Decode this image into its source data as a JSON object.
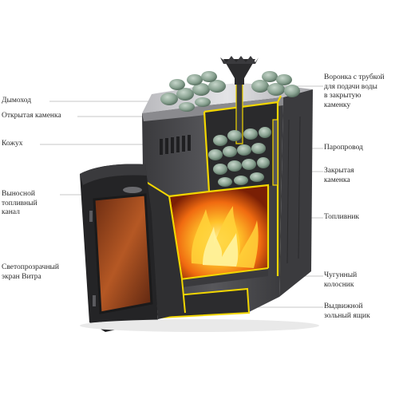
{
  "labels_left": [
    {
      "id": "chimney",
      "text": "Дымоход"
    },
    {
      "id": "open-stone-chamber",
      "text": "Открытая каменка"
    },
    {
      "id": "casing",
      "text": "Кожух"
    },
    {
      "id": "remote-fuel-channel",
      "text": "Выносной\nтопливный\nканал"
    },
    {
      "id": "vitra-glass-screen",
      "text": "Светопрозрачный\nэкран Витра"
    }
  ],
  "labels_right": [
    {
      "id": "water-funnel",
      "text": "Воронка с трубкой\nдля подачи воды\nв закрытую\nкаменку"
    },
    {
      "id": "steam-line",
      "text": "Паропровод"
    },
    {
      "id": "closed-stone-chamber",
      "text": "Закрытая\nкаменка"
    },
    {
      "id": "firebox",
      "text": "Топливник"
    },
    {
      "id": "cast-iron-grate",
      "text": "Чугунный\nколосник"
    },
    {
      "id": "ash-drawer",
      "text": "Выдвижной\nзольный ящик"
    }
  ],
  "colors": {
    "leader_line": "#b5b5b5",
    "steel_dark": "#2e2e30",
    "steel_mid": "#4a4a4d",
    "steel_light": "#c9c9cc",
    "outline_yellow": "#f2d600",
    "fire_orange": "#f07a10",
    "fire_yellow": "#ffd23a",
    "stone": "#8fa897",
    "glass_amber": "#9c4a1e"
  }
}
